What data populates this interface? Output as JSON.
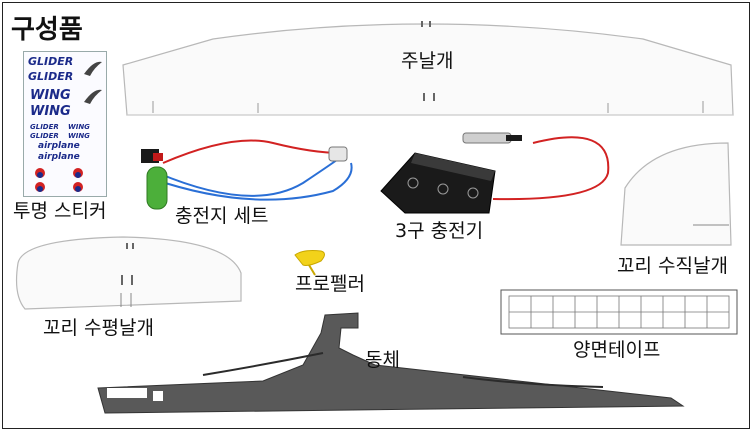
{
  "title": "구성품",
  "parts": {
    "sticker": "투명 스티커",
    "main_wing": "주날개",
    "charger": "충전지 세트",
    "battery": "3구 충전기",
    "vertical_tail": "꼬리 수직날개",
    "horizontal_tail": "꼬리 수평날개",
    "propeller": "프로펠러",
    "fuselage": "동체",
    "tape": "양면테이프"
  },
  "sticker_sheet": {
    "line1": "GLIDER",
    "line2": "GLIDER",
    "line3": "WING",
    "line4": "WING",
    "line5": "GLIDER",
    "line6": "WING",
    "line7": "GLIDER",
    "line8": "WING",
    "line9": "airplane",
    "line10": "airplane"
  },
  "colors": {
    "sticker_text": "#1b2a8a",
    "fuselage": "#555555",
    "battery_holder": "#1a1a1a",
    "wire_red": "#d22222",
    "wire_blue": "#2a6fd6",
    "cell_green": "#4caf3a",
    "propeller": "#f2d21a"
  }
}
